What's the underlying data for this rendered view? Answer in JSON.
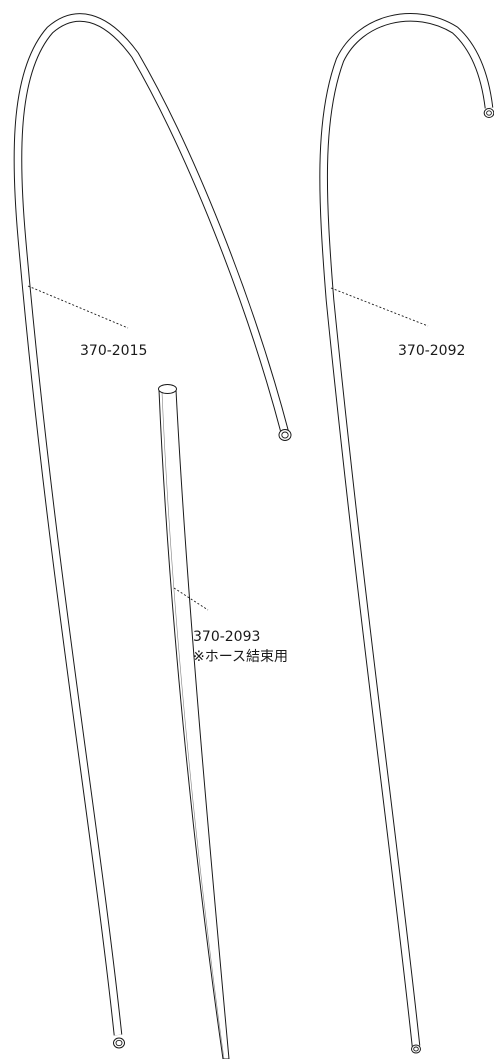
{
  "parts": [
    {
      "part_number": "370-2015",
      "note": ""
    },
    {
      "part_number": "370-2092",
      "note": ""
    },
    {
      "part_number": "370-2093",
      "note": "※ホース結束用"
    }
  ],
  "colors": {
    "line": "#1a1a1a",
    "background": "#ffffff"
  }
}
